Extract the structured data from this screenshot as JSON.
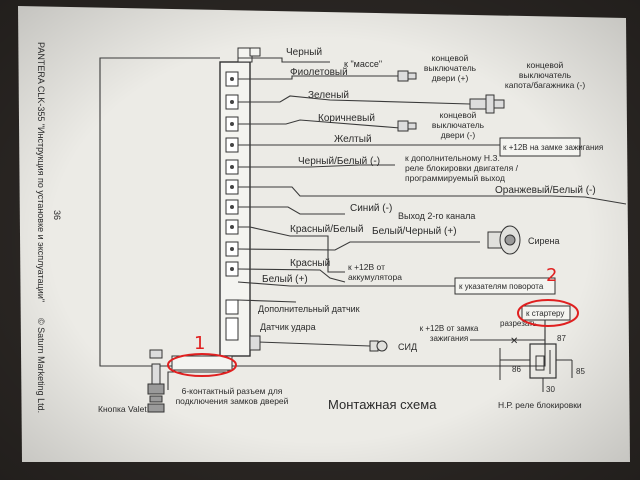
{
  "side": {
    "title": "PANTERA CLK-355 \"Инструкция по установке и эксплуатации\"",
    "page": "36",
    "copyright": "© Saturn Marketing Ltd."
  },
  "wires": [
    {
      "label": "Черный",
      "target": "к \"массе\""
    },
    {
      "label": "Фиолетовый"
    },
    {
      "label": "Зеленый"
    },
    {
      "label": "Коричневый"
    },
    {
      "label": "Желтый"
    },
    {
      "label": "Черный/Белый (-)"
    },
    {
      "label": "Оранжевый/Белый (-)"
    },
    {
      "label": "Синий (-)",
      "target": "Выход 2-го канала"
    },
    {
      "label": "Красный/Белый"
    },
    {
      "label": "Белый/Черный (+)"
    },
    {
      "label": "Красный"
    },
    {
      "label": "Белый (+)"
    }
  ],
  "components": {
    "door_switch_plus": "концевой выключатель двери (+)",
    "hood_switch": "концевой выключатель капота/багажника (-)",
    "door_switch_minus": "концевой выключатель двери (-)",
    "ignition_12v": "к +12В на замке зажигания",
    "relay_note": "к дополнительному Н.З. реле блокировки двигателя / программируемый выход",
    "siren": "Сирена",
    "battery": "к +12В от аккумулятора",
    "turn_signals": "к указателям поворота",
    "starter": "к стартеру",
    "extra_sensor": "Дополнительный датчик",
    "shock_sensor": "Датчик удара",
    "led": "СИД",
    "ignition_lock": "к +12В от замка зажигания",
    "cut": "разрезать",
    "relay_caption": "Н.Р. реле блокировки",
    "connector": "6-контактный разъем для подключения замков дверей",
    "valet": "Кнопка Valet",
    "diagram_title": "Монтажная схема",
    "pins": [
      "87",
      "86",
      "85",
      "30"
    ]
  },
  "annotations": {
    "num1": "1",
    "num2": "2"
  },
  "colors": {
    "paper": "#ecebe6",
    "ink": "#2b2b2b",
    "annotation": "#e02020"
  }
}
